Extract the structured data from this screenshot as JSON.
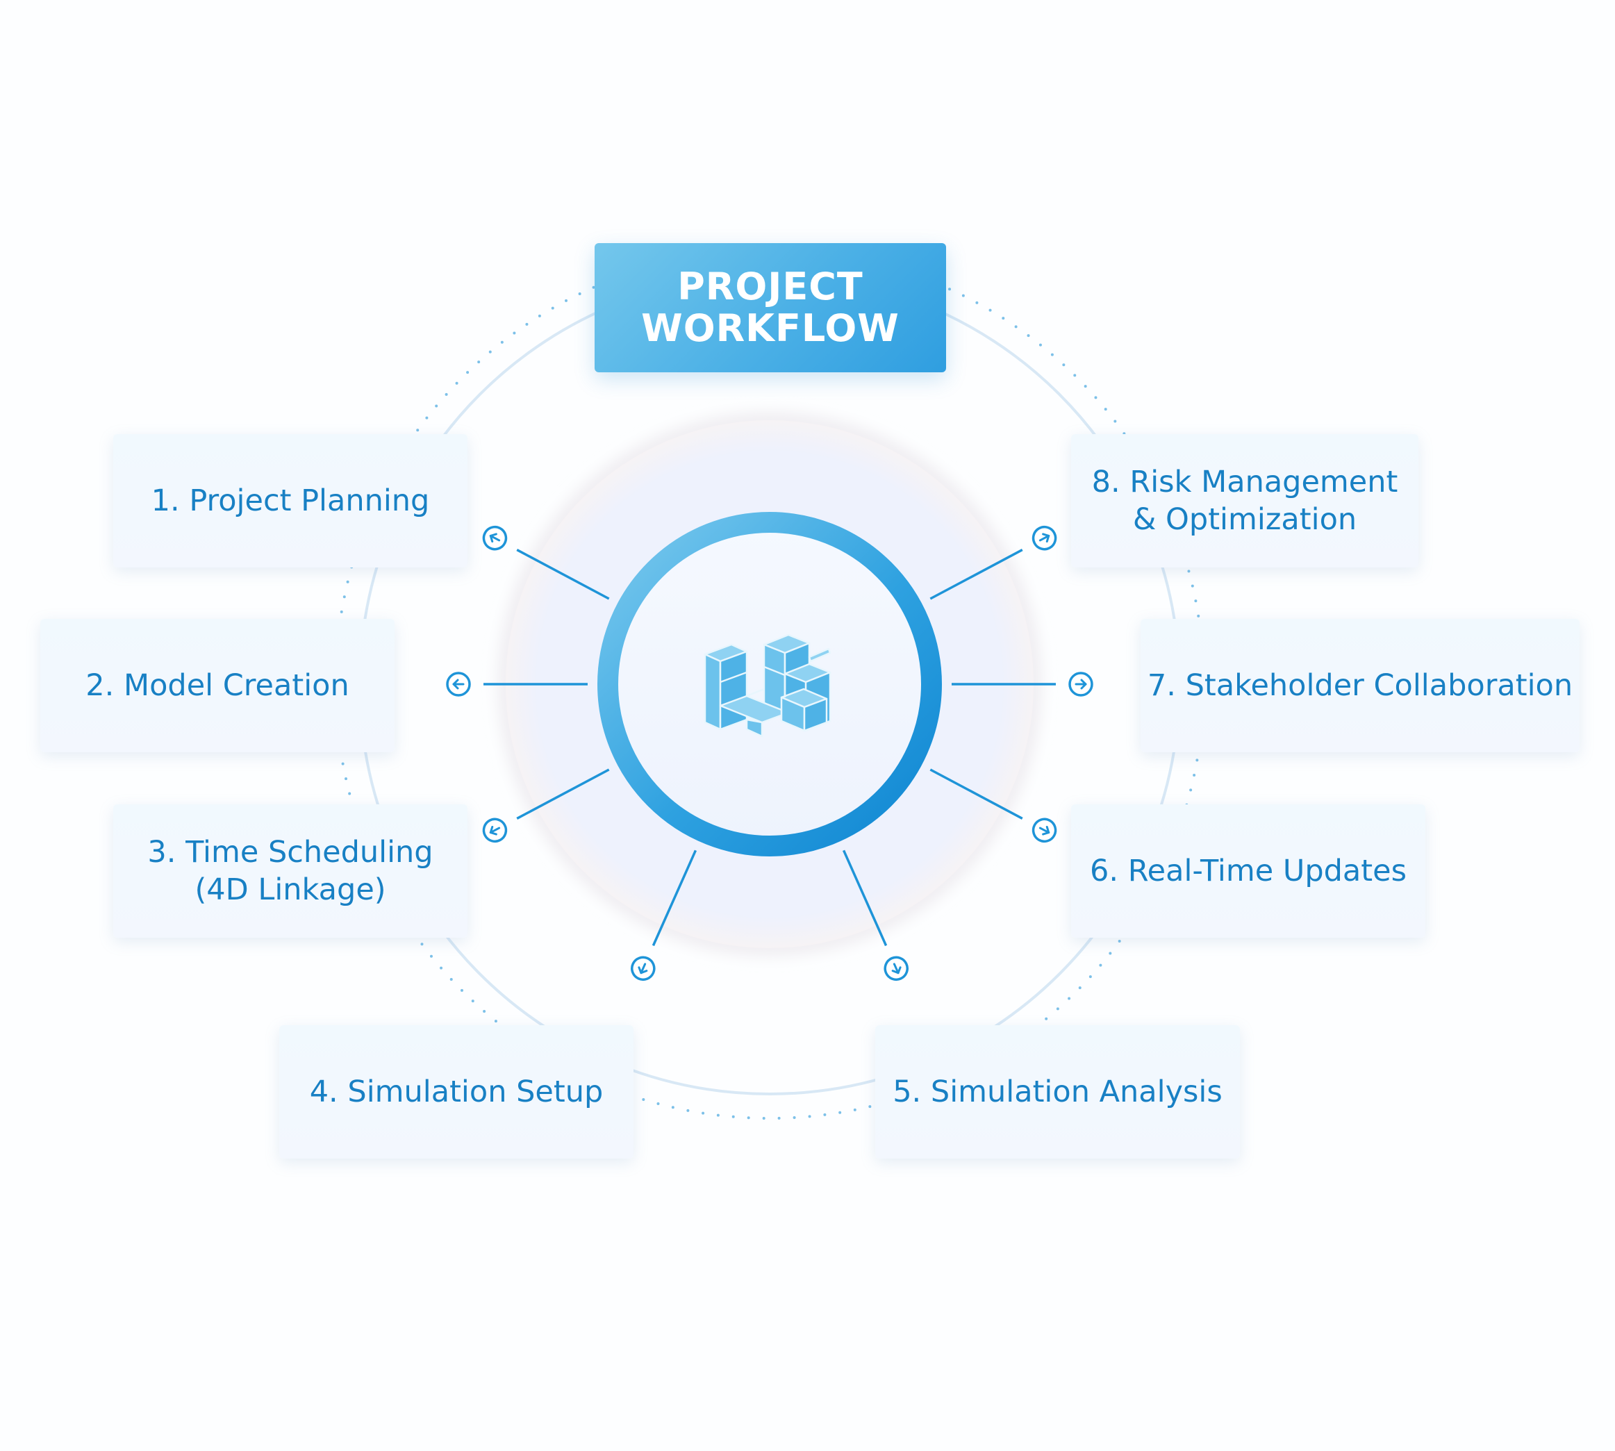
{
  "title": {
    "line1": "PROJECT",
    "line2": "WORKFLOW"
  },
  "steps": [
    {
      "line1": "1. Project Planning",
      "line2": ""
    },
    {
      "line1": "2. Model Creation",
      "line2": ""
    },
    {
      "line1": "3. Time Scheduling",
      "line2": "(4D Linkage)"
    },
    {
      "line1": "4. Simulation Setup",
      "line2": ""
    },
    {
      "line1": "5. Simulation Analysis",
      "line2": ""
    },
    {
      "line1": "6. Real-Time Updates",
      "line2": ""
    },
    {
      "line1": "7. Stakeholder Collaboration",
      "line2": ""
    },
    {
      "line1": "8. Risk Management",
      "line2": "& Optimization"
    }
  ],
  "center_icon": "isometric-building-blocks-icon",
  "connector_icon": "circled-arrow-icon",
  "colors": {
    "accent": "#1e94d8",
    "text": "#1880c4",
    "title_text": "#ffffff",
    "card_bg": "#f1f8fe",
    "ring_light": "#d7e9f6"
  }
}
